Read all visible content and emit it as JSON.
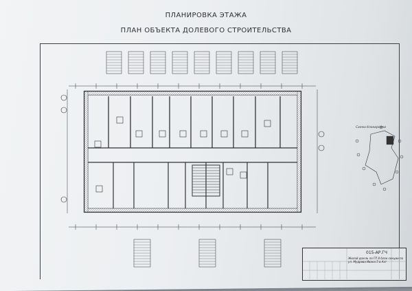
{
  "document": {
    "heading_floor": "ПЛАНИРОВКА ЭТАЖА",
    "heading_object": "ПЛАН ОБЪЕКТА ДОЛЕВОГО СТРОИТЕЛЬСТВА",
    "scheme_label": "Схема блокировки",
    "stamp": {
      "code": "015-АР.ГЧ",
      "description": "Жилой дом № по ГП 8 блок-секции по ул. Мудрова Ивана 5 в Ахт"
    }
  },
  "colors": {
    "ink": "#2b2f33",
    "paper": "#eceff1",
    "background": "#8d949b"
  }
}
